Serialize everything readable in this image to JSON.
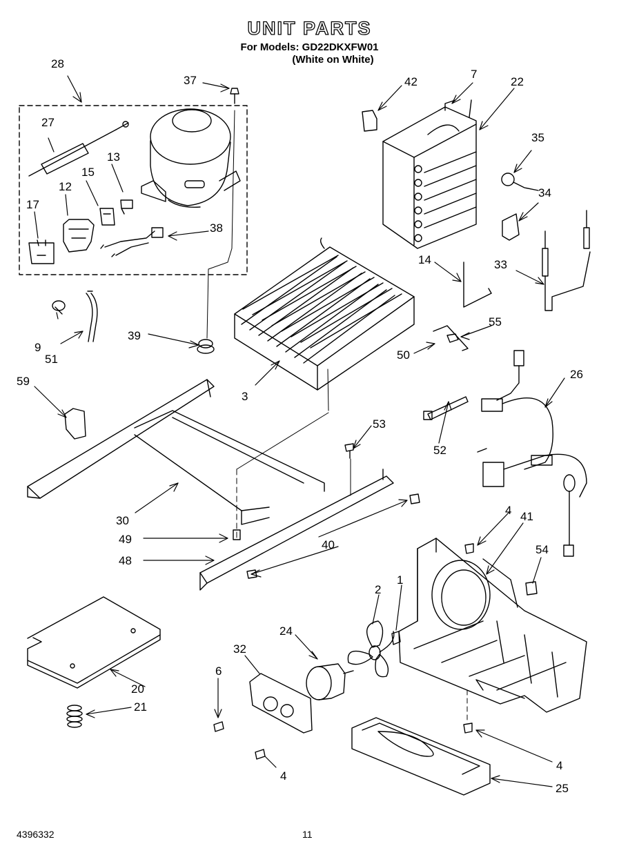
{
  "header": {
    "title": "UNIT PARTS",
    "models": "For Models: GD22DKXFW01",
    "color": "(White on White)"
  },
  "footer": {
    "doc_number": "4396332",
    "page_number": "11"
  },
  "callouts": [
    "28",
    "37",
    "27",
    "13",
    "15",
    "12",
    "17",
    "38",
    "42",
    "7",
    "22",
    "35",
    "34",
    "14",
    "33",
    "9",
    "51",
    "39",
    "3",
    "55",
    "50",
    "59",
    "26",
    "52",
    "53",
    "30",
    "49",
    "40",
    "48",
    "4",
    "41",
    "54",
    "1",
    "2",
    "24",
    "32",
    "6",
    "20",
    "21",
    "4",
    "4",
    "25"
  ]
}
